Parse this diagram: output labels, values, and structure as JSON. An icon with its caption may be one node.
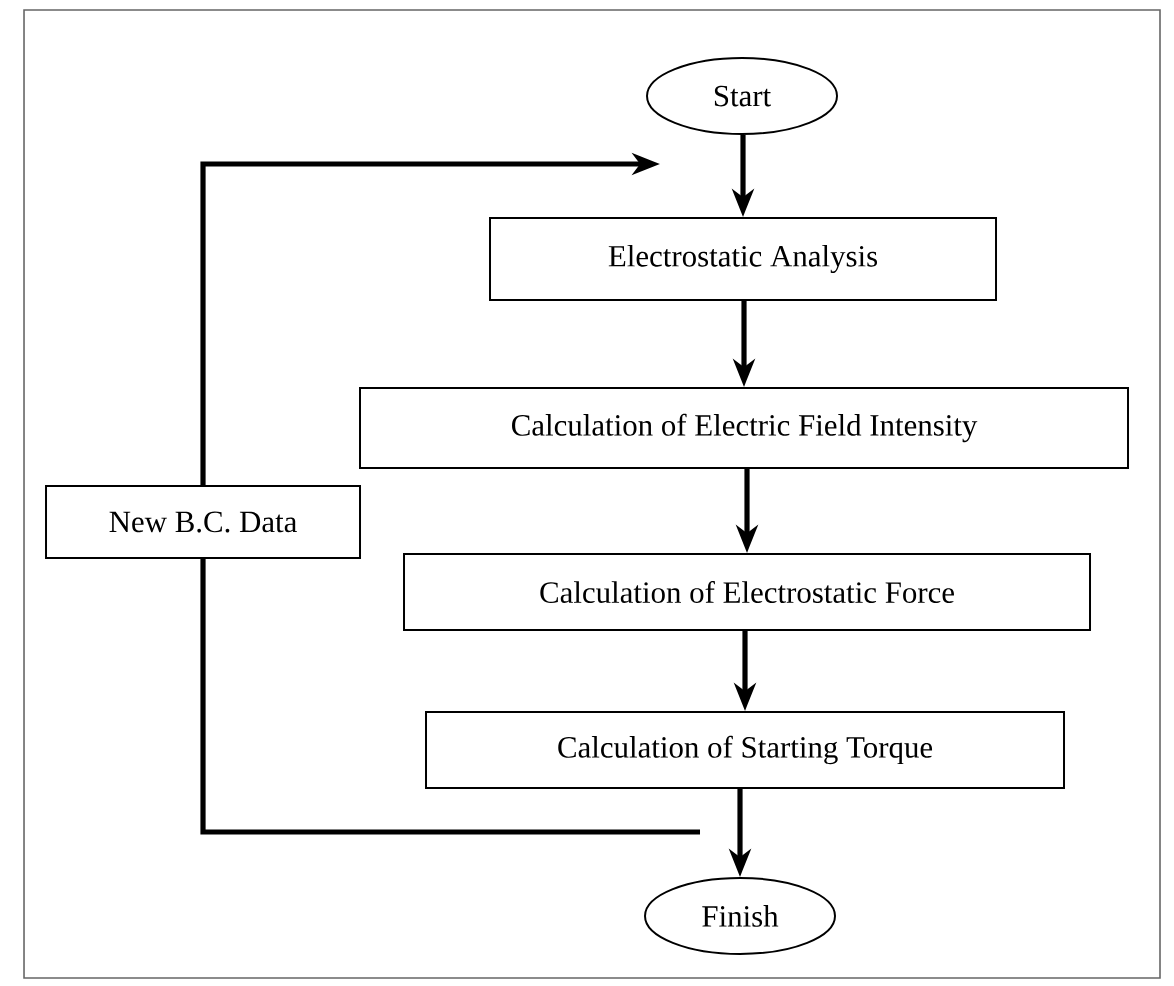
{
  "diagram": {
    "nodes": [
      {
        "text": [
          "Start"
        ]
      },
      {
        "text": [
          "Electrostatic Analysis"
        ]
      },
      {
        "text": [
          "Calculation of Electric Field Intensity"
        ]
      },
      {
        "text": [
          "Calculation of Electrostatic Force"
        ]
      },
      {
        "text": [
          "Calculation of Starting Torque"
        ]
      },
      {
        "text": [
          "Finish"
        ]
      },
      {
        "text": [
          "New B.C. Data"
        ]
      }
    ],
    "edges": [
      {
        "from": 0,
        "to": 1,
        "arrow": "to"
      },
      {
        "from": 1,
        "to": 2,
        "arrow": "to"
      },
      {
        "from": 2,
        "to": 3,
        "arrow": "to"
      },
      {
        "from": 3,
        "to": 4,
        "arrow": "to"
      },
      {
        "from": 4,
        "to": 5,
        "arrow": "to"
      },
      {
        "from": null,
        "to": 6,
        "arrow": "none"
      },
      {
        "from": 6,
        "to": null,
        "arrow": "to"
      }
    ]
  }
}
